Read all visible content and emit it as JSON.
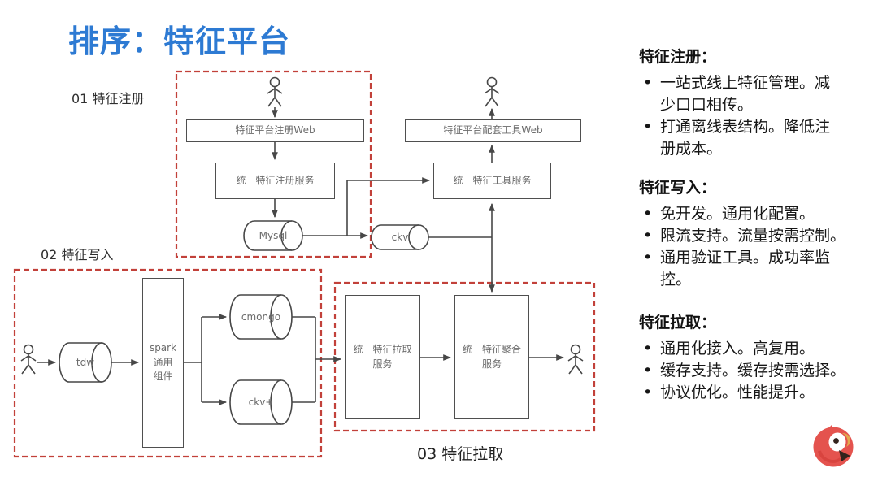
{
  "title": "排序：特征平台",
  "colors": {
    "title_blue": "#2d7ad3",
    "dashed_red": "#c2413a",
    "diagram_line": "#474747",
    "node_text_gray": "#6b6b6b",
    "logo_red": "#e4534e"
  },
  "sections": {
    "s1": {
      "label": "01 特征注册"
    },
    "s2": {
      "label": "02 特征写入"
    },
    "s3": {
      "label": "03 特征拉取"
    }
  },
  "nodes": {
    "reg_web": "特征平台注册Web",
    "reg_svc": "统一特征注册服务",
    "mysql": "Mysql",
    "tool_web": "特征平台配套工具Web",
    "tool_svc": "统一特征工具服务",
    "ckv": "ckv",
    "tdw": "tdw",
    "spark": "spark\n通用\n组件",
    "cmongo": "cmongo",
    "ckv_plus": "ckv+",
    "pull_svc": "统一特征拉取\n服务",
    "agg_svc": "统一特征聚合\n服务"
  },
  "panel": {
    "blocks": [
      {
        "heading": "特征注册：",
        "bullets": [
          "一站式线上特征管理。减\n少口口相传。",
          "打通离线表结构。降低注\n册成本。"
        ]
      },
      {
        "heading": "特征写入：",
        "bullets": [
          "免开发。通用化配置。",
          "限流支持。流量按需控制。",
          "通用验证工具。成功率监控。"
        ]
      },
      {
        "heading": "特征拉取：",
        "bullets": [
          "通用化接入。高复用。",
          "缓存支持。缓存按需选择。",
          "协议优化。性能提升。"
        ]
      }
    ]
  },
  "logo": {
    "icon": "red-bird-logo"
  }
}
